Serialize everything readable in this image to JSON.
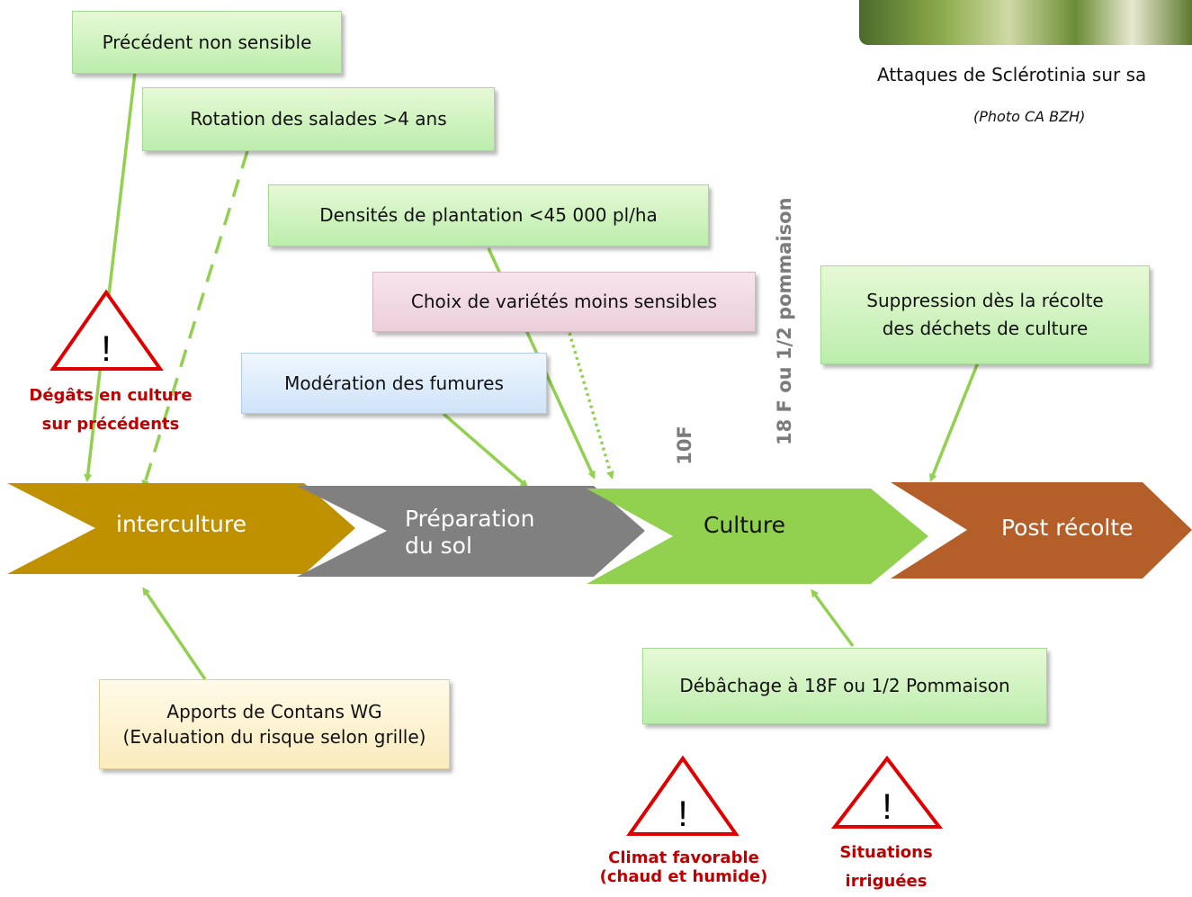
{
  "header": {
    "photo_caption": "Attaques de Sclérotinia sur sa",
    "photo_credit": "(Photo CA BZH)"
  },
  "stages": [
    {
      "label": "interculture",
      "color": "#bf9000"
    },
    {
      "label_line1": "Préparation",
      "label_line2": "du sol",
      "color": "#808080"
    },
    {
      "label": "Culture",
      "color": "#92d050"
    },
    {
      "label": "Post récolte",
      "color": "#b45f2a"
    }
  ],
  "measures": {
    "precedent": "Précédent non sensible",
    "rotation": "Rotation des salades >4 ans",
    "densites": "Densités de plantation <45 000 pl/ha",
    "varietes": "Choix de variétés moins sensibles",
    "fumures": "Modération des fumures",
    "suppression_line1": "Suppression dès la récolte",
    "suppression_line2": "des déchets de culture",
    "contans_line1": "Apports de Contans WG",
    "contans_line2": "(Evaluation du risque selon grille)",
    "debachage": "Débâchage à 18F ou 1/2 Pommaison"
  },
  "stage_markers": {
    "ten_f": "10F",
    "eighteen_f": "18 F ou 1/2 pommaison"
  },
  "warnings": {
    "symbol": "!",
    "degats_line1": "Dégâts en culture",
    "degats_line2": "sur précédents",
    "climat_line1": "Climat favorable",
    "climat_line2": "(chaud et humide)",
    "situations_line1": "Situations",
    "situations_line2": "irriguées"
  },
  "colors": {
    "arrow_line": "#92d050",
    "warning_red": "#e00000",
    "warning_text": "#c00000",
    "marker_text": "#7b7b7b"
  }
}
